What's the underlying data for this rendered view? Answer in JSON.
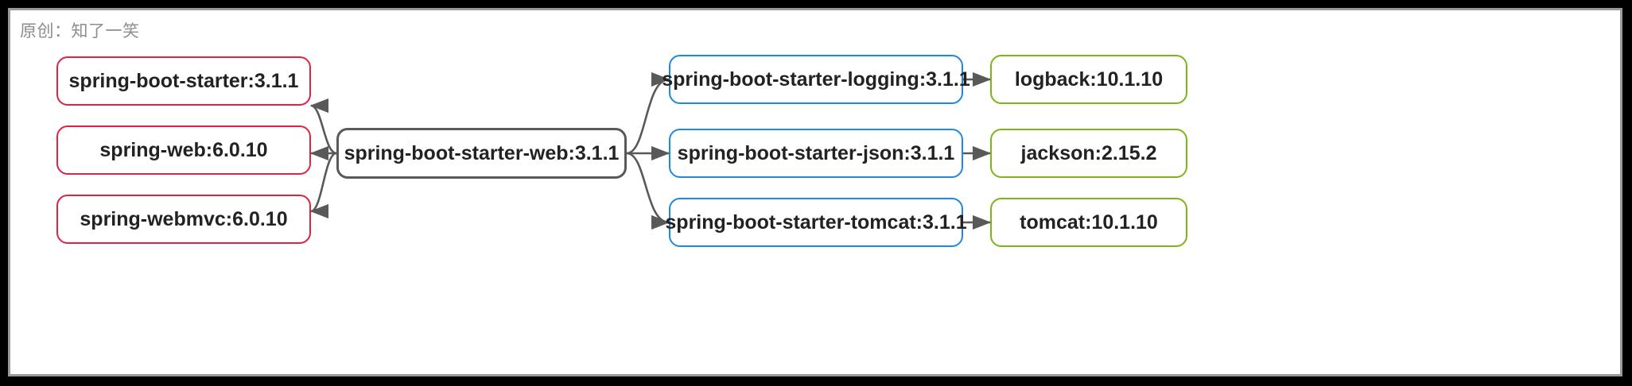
{
  "diagram": {
    "watermark": "原创：知了一笑",
    "type": "dependency-tree",
    "colors": {
      "red_border": "#e02343",
      "blue_border": "#1e88e5",
      "green_border": "#7cb518",
      "center_border": "#595959",
      "edge": "#595959",
      "node_fill": "#ffffff",
      "canvas": "#ffffff",
      "frame": "#9a9a9a",
      "page": "#000000",
      "watermark_text": "#8d8d8d"
    },
    "nodes": {
      "center": {
        "label": "spring-boot-starter-web:3.1.1",
        "color": "center"
      },
      "left": [
        {
          "label": "spring-boot-starter:3.1.1",
          "color": "red"
        },
        {
          "label": "spring-web:6.0.10",
          "color": "red"
        },
        {
          "label": "spring-webmvc:6.0.10",
          "color": "red"
        }
      ],
      "middle": [
        {
          "label": "spring-boot-starter-logging:3.1.1",
          "color": "blue"
        },
        {
          "label": "spring-boot-starter-json:3.1.1",
          "color": "blue"
        },
        {
          "label": "spring-boot-starter-tomcat:3.1.1",
          "color": "blue"
        }
      ],
      "right": [
        {
          "label": "logback:10.1.10",
          "color": "green"
        },
        {
          "label": "jackson:2.15.2",
          "color": "green"
        },
        {
          "label": "tomcat:10.1.10",
          "color": "green"
        }
      ]
    },
    "edges": [
      {
        "from": "spring-boot-starter-web:3.1.1",
        "to": "spring-boot-starter:3.1.1"
      },
      {
        "from": "spring-boot-starter-web:3.1.1",
        "to": "spring-web:6.0.10"
      },
      {
        "from": "spring-boot-starter-web:3.1.1",
        "to": "spring-webmvc:6.0.10"
      },
      {
        "from": "spring-boot-starter-web:3.1.1",
        "to": "spring-boot-starter-logging:3.1.1"
      },
      {
        "from": "spring-boot-starter-web:3.1.1",
        "to": "spring-boot-starter-json:3.1.1"
      },
      {
        "from": "spring-boot-starter-web:3.1.1",
        "to": "spring-boot-starter-tomcat:3.1.1"
      },
      {
        "from": "spring-boot-starter-logging:3.1.1",
        "to": "logback:10.1.10"
      },
      {
        "from": "spring-boot-starter-json:3.1.1",
        "to": "jackson:2.15.2"
      },
      {
        "from": "spring-boot-starter-tomcat:3.1.1",
        "to": "tomcat:10.1.10"
      }
    ]
  }
}
